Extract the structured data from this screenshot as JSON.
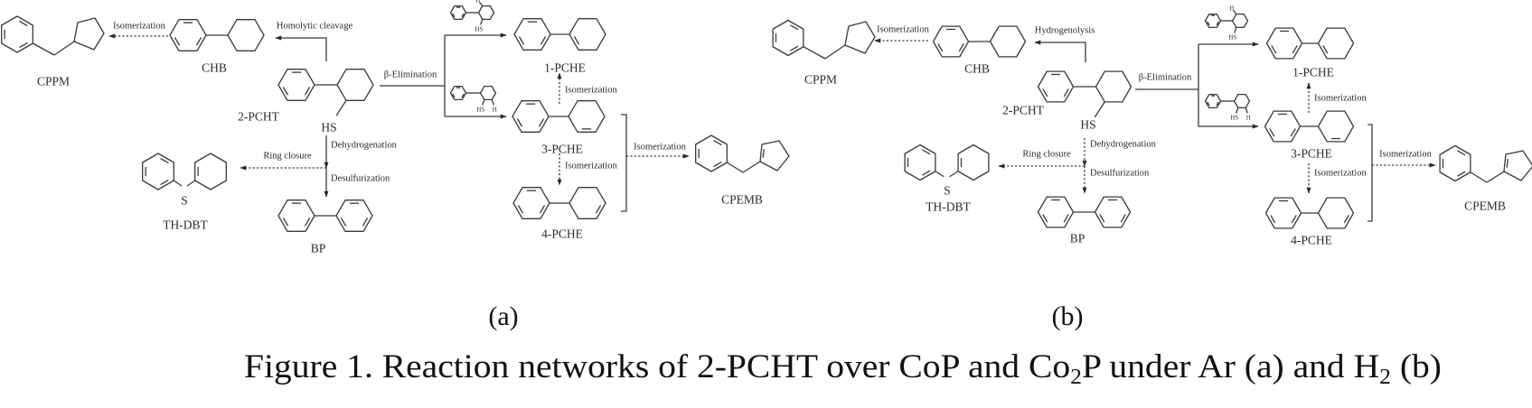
{
  "panels": [
    {
      "caption": "(a)",
      "compounds": {
        "cppm": "CPPM",
        "chb": "CHB",
        "pcht": "2-PCHT",
        "hs": "HS",
        "thdbt": "TH-DBT",
        "s": "S",
        "bp": "BP",
        "pche1": "1-PCHE",
        "pche3": "3-PCHE",
        "pche4": "4-PCHE",
        "cpemb": "CPEMB"
      },
      "intermediates": {
        "h": "H",
        "hs": "HS"
      },
      "reactions": {
        "iso_cppm": "Isomerization",
        "cleavage": "Homolytic cleavage",
        "beta": "β-Elimination",
        "dehydrogenation": "Dehydrogenation",
        "desulfurization": "Desulfurization",
        "ring_closure": "Ring closure",
        "iso_up": "Isomerization",
        "iso_down": "Isomerization",
        "iso_cpemb": "Isomerization"
      }
    },
    {
      "caption": "(b)",
      "compounds": {
        "cppm": "CPPM",
        "chb": "CHB",
        "pcht": "2-PCHT",
        "hs": "HS",
        "thdbt": "TH-DBT",
        "s": "S",
        "bp": "BP",
        "pche1": "1-PCHE",
        "pche3": "3-PCHE",
        "pche4": "4-PCHE",
        "cpemb": "CPEMB"
      },
      "intermediates": {
        "h": "H",
        "hs": "HS"
      },
      "reactions": {
        "iso_cppm": "Isomerization",
        "cleavage": "Hydrogenolysis",
        "beta": "β-Elimination",
        "dehydrogenation": "Dehydrogenation",
        "desulfurization": "Desulfurization",
        "ring_closure": "Ring closure",
        "iso_up": "Isomerization",
        "iso_down": "Isomerization",
        "iso_cpemb": "Isomerization"
      }
    }
  ],
  "figure_caption": {
    "part1": "Figure 1. Reaction networks of 2-PCHT over CoP and Co",
    "sub1": "2",
    "part2": "P under Ar (a) and H",
    "sub2": "2",
    "part3": " (b)"
  }
}
